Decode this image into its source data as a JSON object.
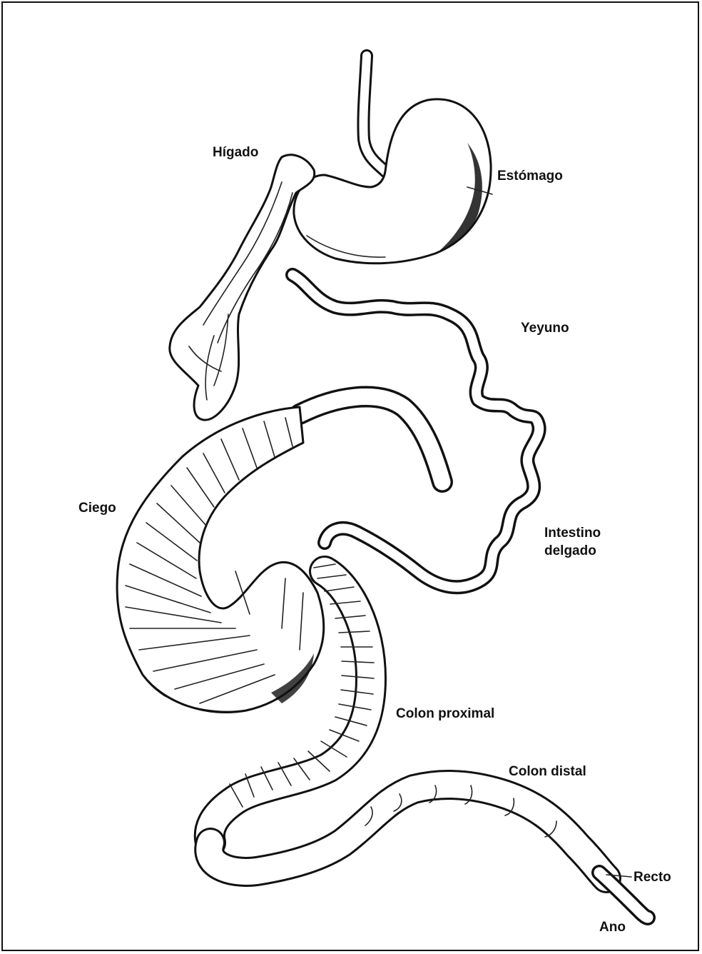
{
  "labels": {
    "higado": "Hígado",
    "estomago": "Estómago",
    "yeyuno": "Yeyuno",
    "ciego": "Ciego",
    "intestino_line1": "Intestino",
    "intestino_line2": "delgado",
    "colon_proximal": "Colon proximal",
    "colon_distal": "Colon distal",
    "recto": "Recto",
    "ano": "Ano"
  }
}
